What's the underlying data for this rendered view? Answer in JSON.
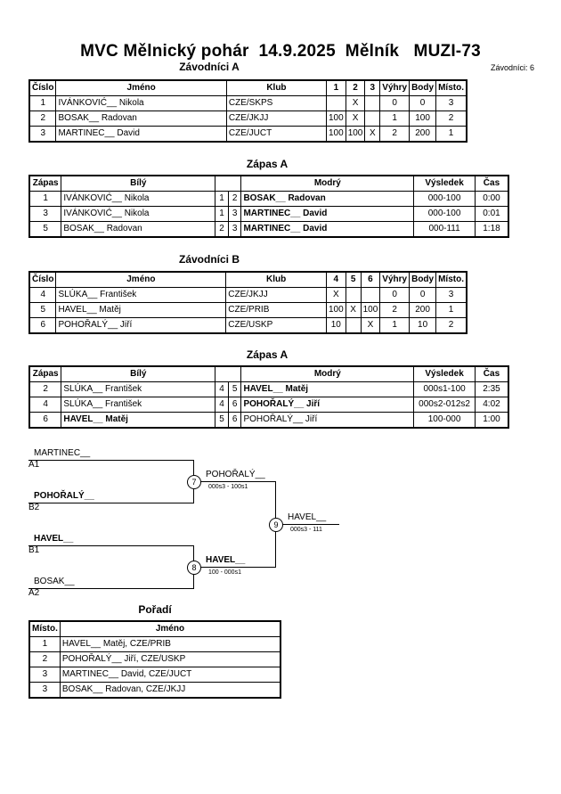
{
  "title": "MVC Mělnický pohár  14.9.2025  Mělník   MUZI-73",
  "competitors_count": "Závodníci: 6",
  "pool_a": {
    "heading": "Závodníci A",
    "headers": [
      "Číslo",
      "Jméno",
      "Klub",
      "1",
      "2",
      "3",
      "Výhry",
      "Body",
      "Místo."
    ],
    "rows": [
      {
        "num": "1",
        "name": "IVÁNKOVIĆ__ Nikola",
        "club": "CZE/SKPS",
        "r1": "",
        "r2": "X",
        "r3": "",
        "wins": "0",
        "points": "0",
        "place": "3"
      },
      {
        "num": "2",
        "name": "BOSAK__ Radovan",
        "club": "CZE/JKJJ",
        "r1": "100",
        "r2": "X",
        "r3": "",
        "wins": "1",
        "points": "100",
        "place": "2"
      },
      {
        "num": "3",
        "name": "MARTINEC__ David",
        "club": "CZE/JUCT",
        "r1": "100",
        "r2": "100",
        "r3": "X",
        "wins": "2",
        "points": "200",
        "place": "1"
      }
    ]
  },
  "matches_a": {
    "heading": "Zápas A",
    "headers": [
      "Zápas",
      "Bílý",
      "Modrý",
      "Výsledek",
      "Čas"
    ],
    "rows": [
      {
        "match": "1",
        "white": "IVÁNKOVIĆ__ Nikola",
        "wn": "1",
        "bn": "2",
        "blue": "BOSAK__ Radovan",
        "result": "000-100",
        "time": "0:00",
        "winner": "blue"
      },
      {
        "match": "3",
        "white": "IVÁNKOVIĆ__ Nikola",
        "wn": "1",
        "bn": "3",
        "blue": "MARTINEC__ David",
        "result": "000-100",
        "time": "0:01",
        "winner": "blue"
      },
      {
        "match": "5",
        "white": "BOSAK__ Radovan",
        "wn": "2",
        "bn": "3",
        "blue": "MARTINEC__ David",
        "result": "000-111",
        "time": "1:18",
        "winner": "blue"
      }
    ]
  },
  "pool_b": {
    "heading": "Závodníci B",
    "headers": [
      "Číslo",
      "Jméno",
      "Klub",
      "4",
      "5",
      "6",
      "Výhry",
      "Body",
      "Místo."
    ],
    "rows": [
      {
        "num": "4",
        "name": "SLÚKA__ František",
        "club": "CZE/JKJJ",
        "r1": "X",
        "r2": "",
        "r3": "",
        "wins": "0",
        "points": "0",
        "place": "3"
      },
      {
        "num": "5",
        "name": "HAVEL__ Matěj",
        "club": "CZE/PRIB",
        "r1": "100",
        "r2": "X",
        "r3": "100",
        "wins": "2",
        "points": "200",
        "place": "1"
      },
      {
        "num": "6",
        "name": "POHOŘALÝ__ Jiří",
        "club": "CZE/USKP",
        "r1": "10",
        "r2": "",
        "r3": "X",
        "wins": "1",
        "points": "10",
        "place": "2"
      }
    ]
  },
  "matches_b": {
    "heading": "Zápas A",
    "headers": [
      "Zápas",
      "Bílý",
      "Modrý",
      "Výsledek",
      "Čas"
    ],
    "rows": [
      {
        "match": "2",
        "white": "SLÚKA__ František",
        "wn": "4",
        "bn": "5",
        "blue": "HAVEL__ Matěj",
        "result": "000s1-100",
        "time": "2:35",
        "winner": "blue"
      },
      {
        "match": "4",
        "white": "SLÚKA__ František",
        "wn": "4",
        "bn": "6",
        "blue": "POHOŘALÝ__ Jiří",
        "result": "000s2-012s2",
        "time": "4:02",
        "winner": "blue"
      },
      {
        "match": "6",
        "white": "HAVEL__ Matěj",
        "wn": "5",
        "bn": "6",
        "blue": "POHOŘALÝ__ Jiří",
        "result": "100-000",
        "time": "1:00",
        "winner": "white"
      }
    ]
  },
  "bracket": {
    "a1_name": "MARTINEC__",
    "a1_seed": "A1",
    "b2_name": "POHOŘALÝ__",
    "b2_seed": "B2",
    "b1_name": "HAVEL__",
    "b1_seed": "B1",
    "a2_name": "BOSAK__",
    "a2_seed": "A2",
    "m7_num": "7",
    "m7_winner": "POHOŘALÝ__",
    "m7_score": "000s3 - 100s1",
    "m8_num": "8",
    "m8_winner": "HAVEL__",
    "m8_score": "100 - 000s1",
    "m9_num": "9",
    "m9_winner": "HAVEL__",
    "m9_score": "000s3 - 111"
  },
  "ranking": {
    "heading": "Pořadí",
    "headers": [
      "Místo.",
      "Jméno"
    ],
    "rows": [
      {
        "place": "1",
        "name": "HAVEL__ Matěj, CZE/PRIB"
      },
      {
        "place": "2",
        "name": "POHOŘALÝ__ Jiří, CZE/USKP"
      },
      {
        "place": "3",
        "name": "MARTINEC__ David, CZE/JUCT"
      },
      {
        "place": "3",
        "name": "BOSAK__ Radovan, CZE/JKJJ"
      }
    ]
  }
}
